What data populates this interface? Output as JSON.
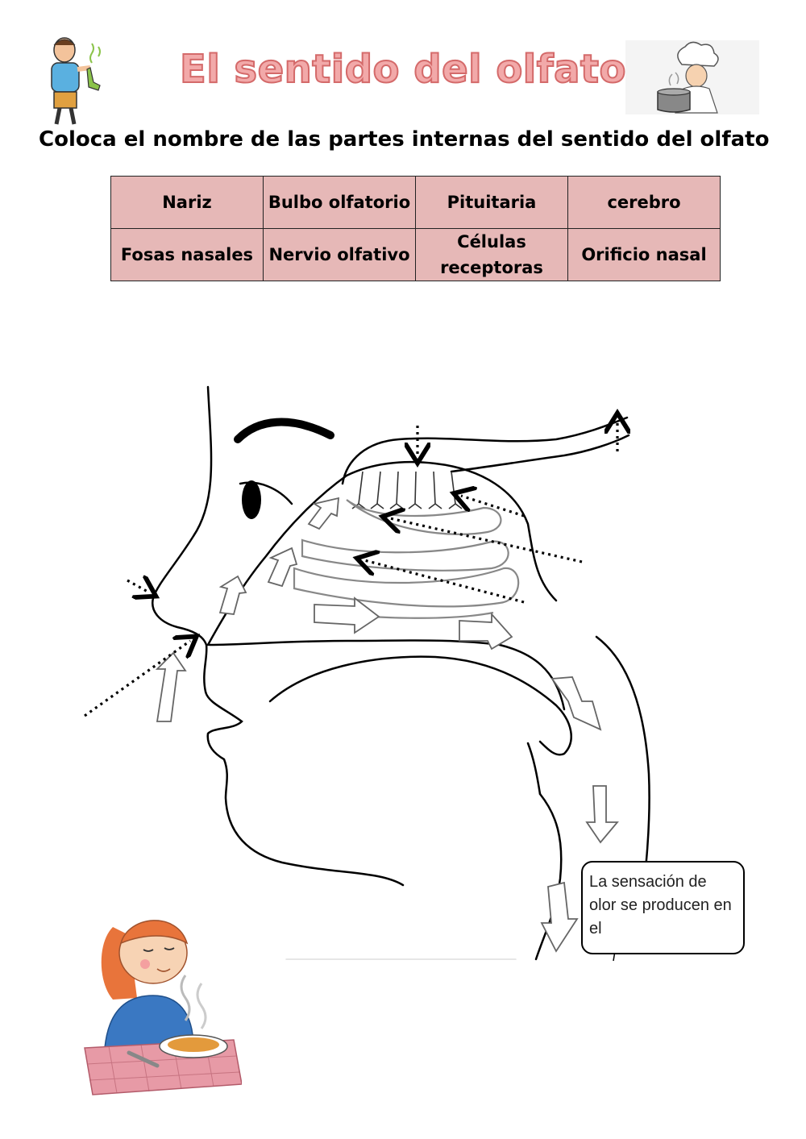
{
  "header": {
    "title": "El sentido del olfato",
    "instruction": "Coloca el nombre de las partes internas del sentido del olfato"
  },
  "word_table": {
    "rows": [
      [
        "Nariz",
        "Bulbo olfatorio",
        "Pituitaria",
        "cerebro"
      ],
      [
        "Fosas nasales",
        "Nervio olfativo",
        "Células receptoras",
        "Orificio nasal"
      ]
    ]
  },
  "callout": {
    "text": "La sensación de olor se producen en el"
  },
  "colors": {
    "title_fill": "#f2a9a9",
    "title_stroke": "#d46a6a",
    "table_cell": "#e6b8b7"
  }
}
